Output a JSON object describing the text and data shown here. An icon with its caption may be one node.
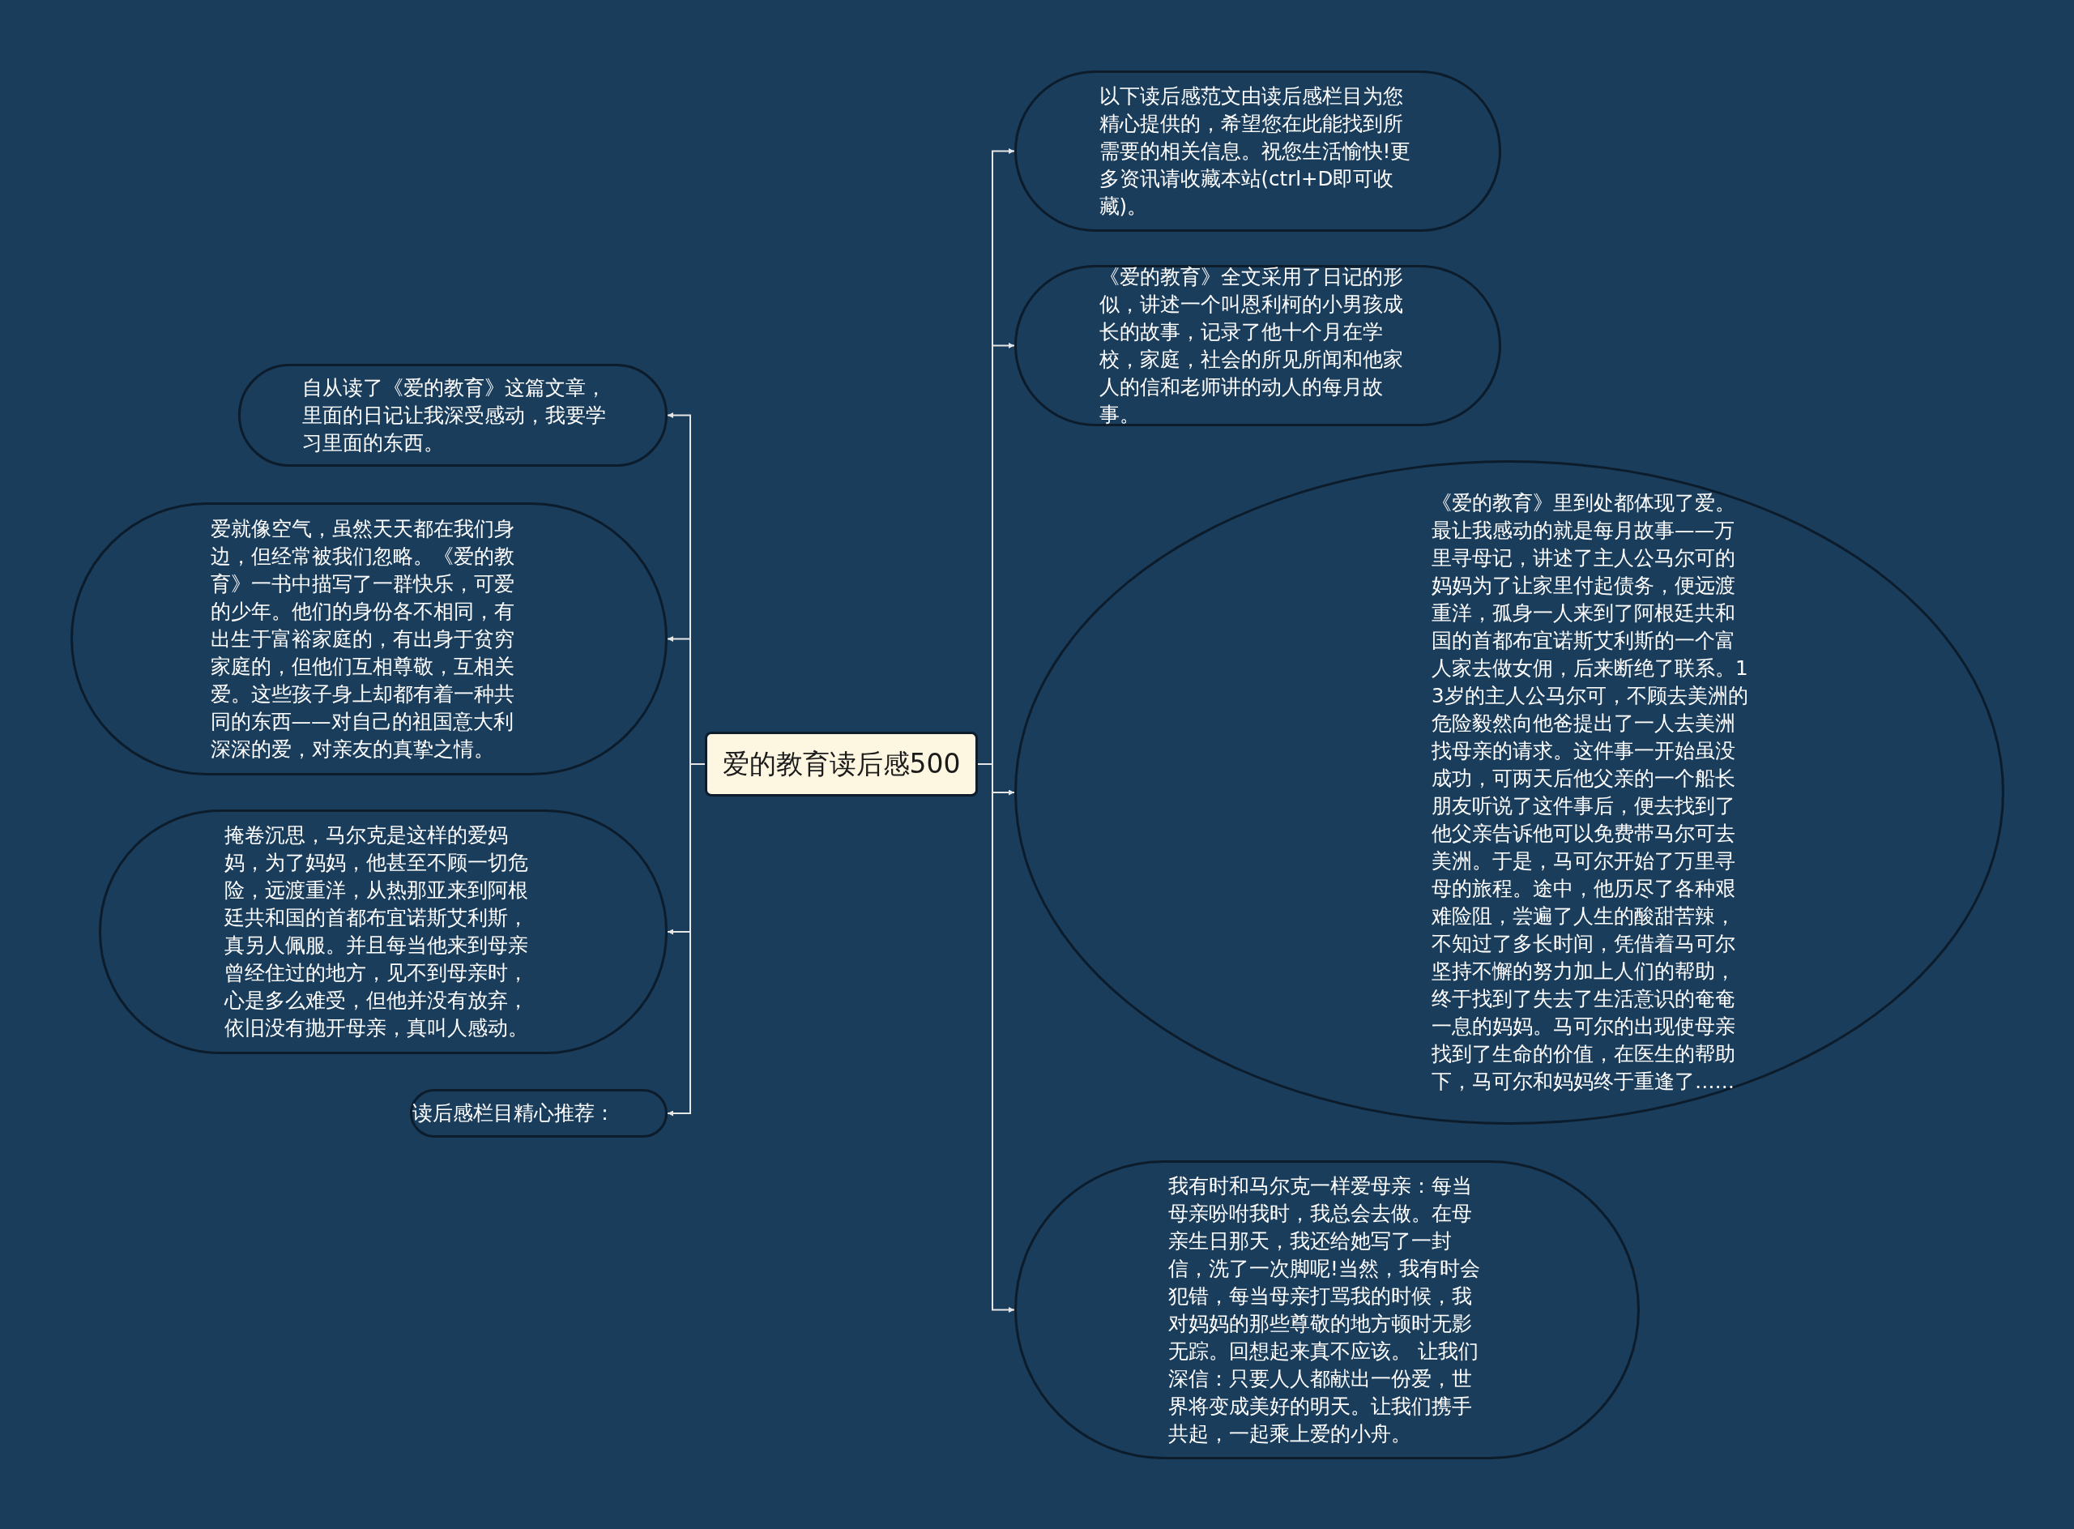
{
  "diagram": {
    "nodes": [
      {
        "text": [
          "爱的教育读后感500"
        ]
      },
      {
        "text": [
          "以下读后感范文由读后感栏目为您精心提供的，希望您在此能找到所需要的相关信息。祝您生活愉快!更多资讯请收藏本站(ctrl+D即可收藏)。"
        ]
      },
      {
        "text": [
          "《爱的教育》全文采用了日记的形似，讲述一个叫恩利柯的小男孩成长的故事，记录了他十个月在学校，家庭，社会的所见所闻和他家人的信和老师讲的动人的每月故事。"
        ]
      },
      {
        "text": [
          "《爱的教育》里到处都体现了爱。最让我感动的就是每月故事——万里寻母记，讲述了主人公马尔可的妈妈为了让家里付起债务，便远渡重洋，孤身一人来到了阿根廷共和国的首都布宜诺斯艾利斯的一个富人家去做女佣，后来断绝了联系。13岁的主人公马尔可，不顾去美洲的危险毅然向他爸提出了一人去美洲找母亲的请求。这件事一开始虽没成功，可两天后他父亲的一个船长朋友听说了这件事后，便去找到了他父亲告诉他可以免费带马尔可去美洲。于是，马可尔开始了万里寻母的旅程。途中，他历尽了各种艰难险阻，尝遍了人生的酸甜苦辣，不知过了多长时间，凭借着马可尔坚持不懈的努力加上人们的帮助，终于找到了失去了生活意识的奄奄一息的妈妈。马可尔的出现使母亲找到了生命的价值，在医生的帮助下，马可尔和妈妈终于重逢了……"
        ]
      },
      {
        "text": [
          "我有时和马尔克一样爱母亲：每当母亲吩咐我时，我总会去做。在母亲生日那天，我还给她写了一封信，洗了一次脚呢!当然，我有时会犯错，每当母亲打骂我的时候，我对妈妈的那些尊敬的地方顿时无影无踪。回想起来真不应该。 让我们深信：只要人人都献出一份爱，世界将变成美好的明天。让我们携手共起，一起乘上爱的小舟。"
        ]
      },
      {
        "text": [
          "自从读了《爱的教育》这篇文章，里面的日记让我深受感动，我要学习里面的东西。"
        ]
      },
      {
        "text": [
          "爱就像空气，虽然天天都在我们身边，但经常被我们忽略。《爱的教育》一书中描写了一群快乐，可爱的少年。他们的身份各不相同，有出生于富裕家庭的，有出身于贫穷家庭的，但他们互相尊敬，互相关爱。这些孩子身上却都有着一种共同的东西——对自己的祖国意大利深深的爱，对亲友的真挚之情。"
        ]
      },
      {
        "text": [
          "掩卷沉思，马尔克是这样的爱妈妈，为了妈妈，他甚至不顾一切危险，远渡重洋，从热那亚来到阿根廷共和国的首都布宜诺斯艾利斯，真另人佩服。并且每当他来到母亲曾经住过的地方，见不到母亲时，心是多么难受，但他并没有放弃，依旧没有抛开母亲，真叫人感动。"
        ]
      },
      {
        "text": [
          "读后感栏目精心推荐："
        ]
      }
    ],
    "edges": [
      {
        "from": 0,
        "to": 1,
        "arrow": "to"
      },
      {
        "from": 0,
        "to": 2,
        "arrow": "to"
      },
      {
        "from": 0,
        "to": 3,
        "arrow": "to"
      },
      {
        "from": 0,
        "to": 4,
        "arrow": "to"
      },
      {
        "from": 0,
        "to": 5,
        "arrow": "to"
      },
      {
        "from": 0,
        "to": 6,
        "arrow": "to"
      },
      {
        "from": 0,
        "to": 7,
        "arrow": "to"
      },
      {
        "from": 0,
        "to": 8,
        "arrow": "to"
      }
    ]
  }
}
